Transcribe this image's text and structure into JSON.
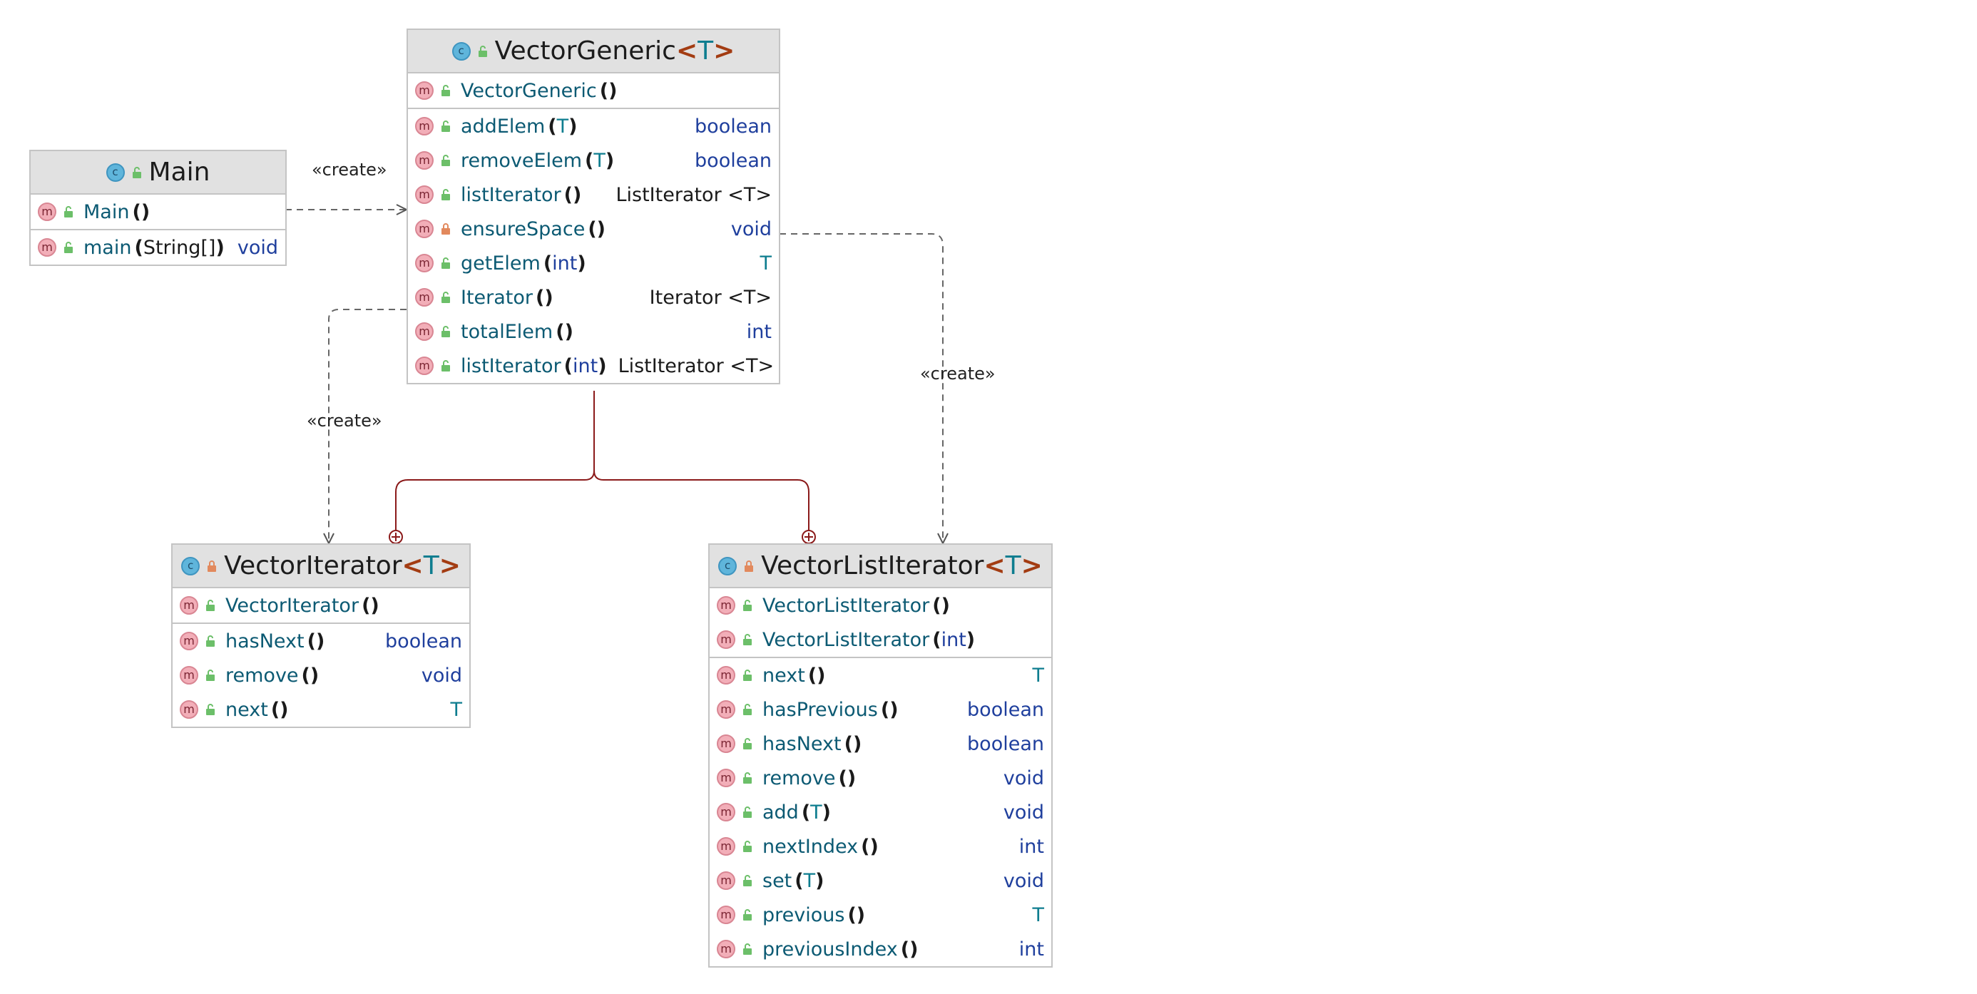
{
  "diagram": {
    "edge_labels": {
      "main_to_vectorgeneric": "«create»",
      "vectorgeneric_to_vectoriterator": "«create»",
      "vectorgeneric_to_vectorlistiterator": "«create»"
    },
    "colors": {
      "header_bg": "#e1e1e1",
      "border": "#c4c4c4",
      "method_name": "#0c5a73",
      "type_param": "#0e7d8f",
      "keyword_type": "#1f3f9d",
      "generic_bracket": "#a33c12",
      "inner_class_edge": "#8b1a1a",
      "dependency_edge": "#666666"
    },
    "classes": {
      "main": {
        "name": "Main",
        "icon": "class-icon",
        "visibility": "public",
        "sections": [
          [
            {
              "name": "Main",
              "params": "",
              "return": "",
              "icon": "method-icon"
            }
          ],
          [
            {
              "name": "main",
              "params": "String[]",
              "return": "void",
              "icon": "method-icon"
            }
          ]
        ]
      },
      "vectorgeneric": {
        "name": "VectorGeneric",
        "type_param": "T",
        "icon": "class-icon",
        "visibility": "public",
        "sections": [
          [
            {
              "name": "VectorGeneric",
              "params": "",
              "return": ""
            }
          ],
          [
            {
              "name": "addElem",
              "params": "T",
              "return": "boolean"
            },
            {
              "name": "removeElem",
              "params": "T",
              "return": "boolean"
            },
            {
              "name": "listIterator",
              "params": "",
              "return": "ListIterator <T>"
            },
            {
              "name": "ensureSpace",
              "params": "",
              "return": "void",
              "visibility": "private"
            },
            {
              "name": "getElem",
              "params": "int",
              "return": "T"
            },
            {
              "name": "Iterator",
              "params": "",
              "return": "Iterator <T>"
            },
            {
              "name": "totalElem",
              "params": "",
              "return": "int"
            },
            {
              "name": "listIterator",
              "params": "int",
              "return": "ListIterator <T>"
            }
          ]
        ]
      },
      "vectoriterator": {
        "name": "VectorIterator",
        "type_param": "T",
        "icon": "class-icon",
        "visibility": "private",
        "sections": [
          [
            {
              "name": "VectorIterator",
              "params": "",
              "return": ""
            }
          ],
          [
            {
              "name": "hasNext",
              "params": "",
              "return": "boolean"
            },
            {
              "name": "remove",
              "params": "",
              "return": "void"
            },
            {
              "name": "next",
              "params": "",
              "return": "T"
            }
          ]
        ]
      },
      "vectorlistiterator": {
        "name": "VectorListIterator",
        "type_param": "T",
        "icon": "class-icon",
        "visibility": "private",
        "sections": [
          [
            {
              "name": "VectorListIterator",
              "params": "",
              "return": ""
            },
            {
              "name": "VectorListIterator",
              "params": "int",
              "return": ""
            }
          ],
          [
            {
              "name": "next",
              "params": "",
              "return": "T"
            },
            {
              "name": "hasPrevious",
              "params": "",
              "return": "boolean"
            },
            {
              "name": "hasNext",
              "params": "",
              "return": "boolean"
            },
            {
              "name": "remove",
              "params": "",
              "return": "void"
            },
            {
              "name": "add",
              "params": "T",
              "return": "void"
            },
            {
              "name": "nextIndex",
              "params": "",
              "return": "int"
            },
            {
              "name": "set",
              "params": "T",
              "return": "void"
            },
            {
              "name": "previous",
              "params": "",
              "return": "T"
            },
            {
              "name": "previousIndex",
              "params": "",
              "return": "int"
            }
          ]
        ]
      }
    }
  }
}
